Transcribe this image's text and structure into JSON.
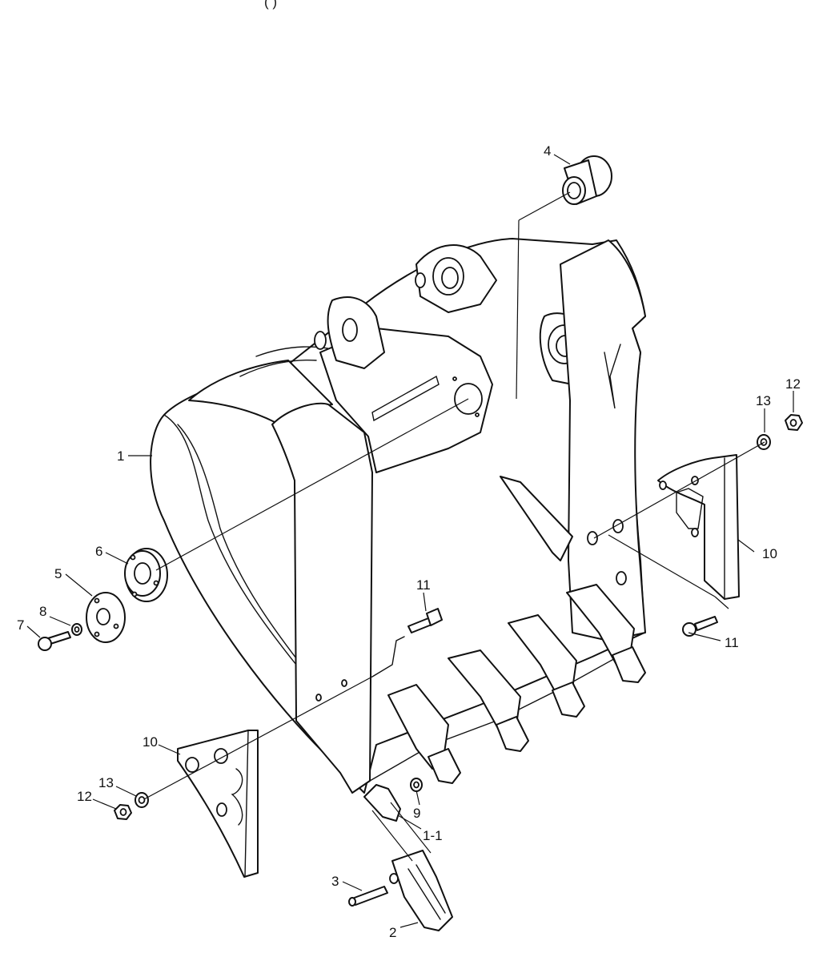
{
  "header_fragment": "(                                          )",
  "callouts": {
    "c1": "1",
    "c1_1": "1-1",
    "c2": "2",
    "c3": "3",
    "c4": "4",
    "c5": "5",
    "c6": "6",
    "c7": "7",
    "c8": "8",
    "c9": "9",
    "c10_left": "10",
    "c10_right": "10",
    "c11_center": "11",
    "c11_right": "11",
    "c12_left": "12",
    "c12_right": "12",
    "c13_left": "13",
    "c13_right": "13"
  }
}
